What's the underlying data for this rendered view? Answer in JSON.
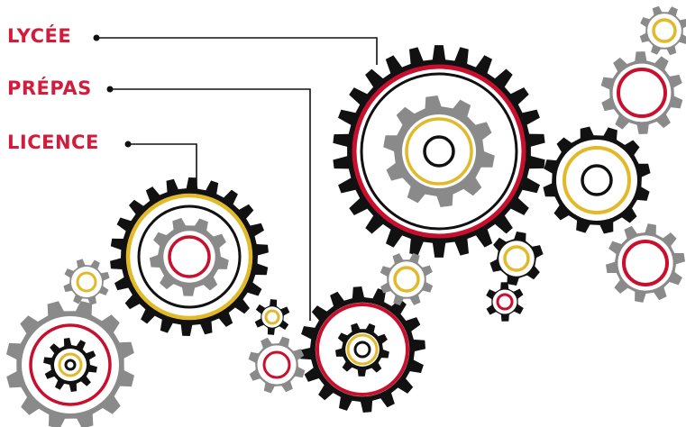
{
  "labels": {
    "lycee": "LYCÉE",
    "prepas": "PRÉPAS",
    "licence": "LICENCE"
  },
  "colors": {
    "label": "#d31c3c",
    "black": "#111111",
    "gray": "#8a8a8a",
    "red": "#c8102e",
    "yellow": "#e2b928",
    "white": "#ffffff"
  }
}
